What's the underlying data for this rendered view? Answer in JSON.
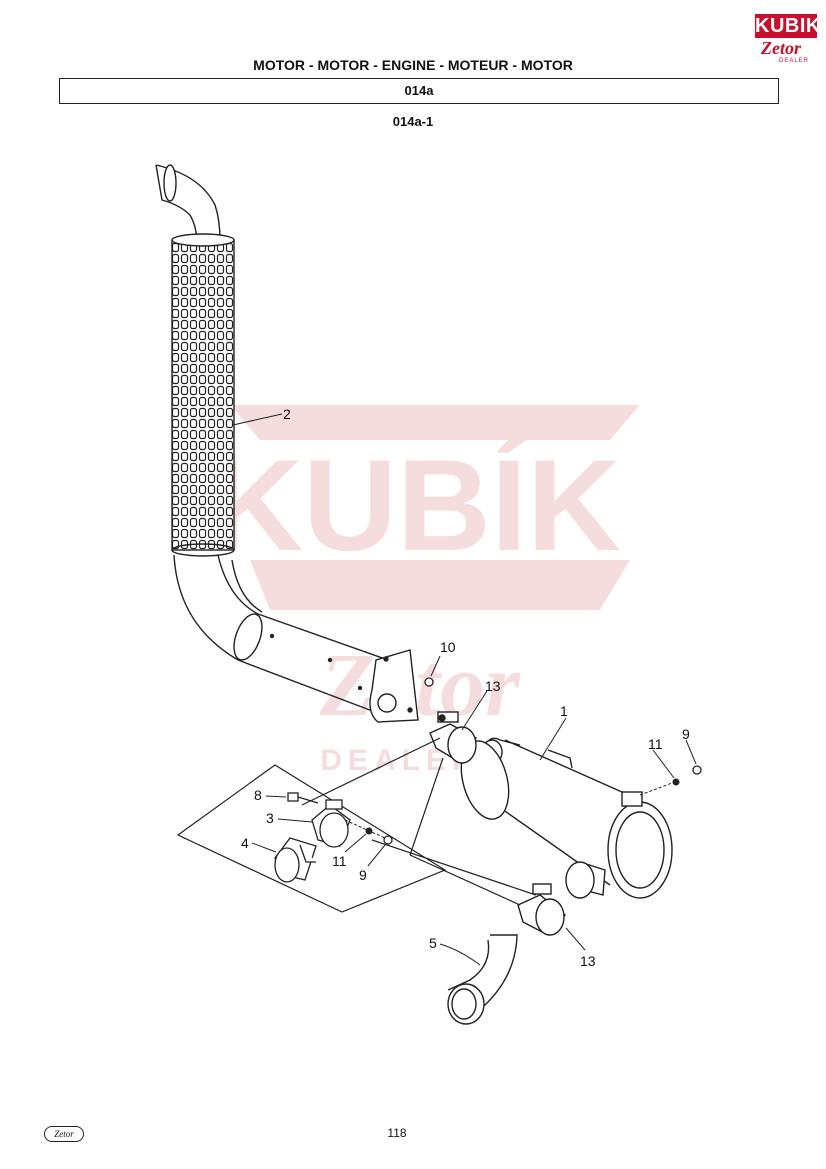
{
  "header": {
    "brand_logo": {
      "top": "KUBIK",
      "script": "Zetor",
      "sub": "DEALER"
    },
    "title": "MOTOR - MOTOR - ENGINE - MOTEUR - MOTOR",
    "group_code": "014a",
    "sub_code": "014a-1"
  },
  "watermark": {
    "main": "KUBÍK",
    "script": "Zetor",
    "sub": "DEALER",
    "color": "#e8a0a0"
  },
  "callouts": {
    "c1": "1",
    "c2": "2",
    "c3": "3",
    "c4": "4",
    "c5": "5",
    "c8": "8",
    "c9a": "9",
    "c9b": "9",
    "c10": "10",
    "c11a": "11",
    "c11b": "11",
    "c13a": "13",
    "c13b": "13"
  },
  "footer": {
    "logo_text": "Zetor",
    "page_number": "118"
  }
}
